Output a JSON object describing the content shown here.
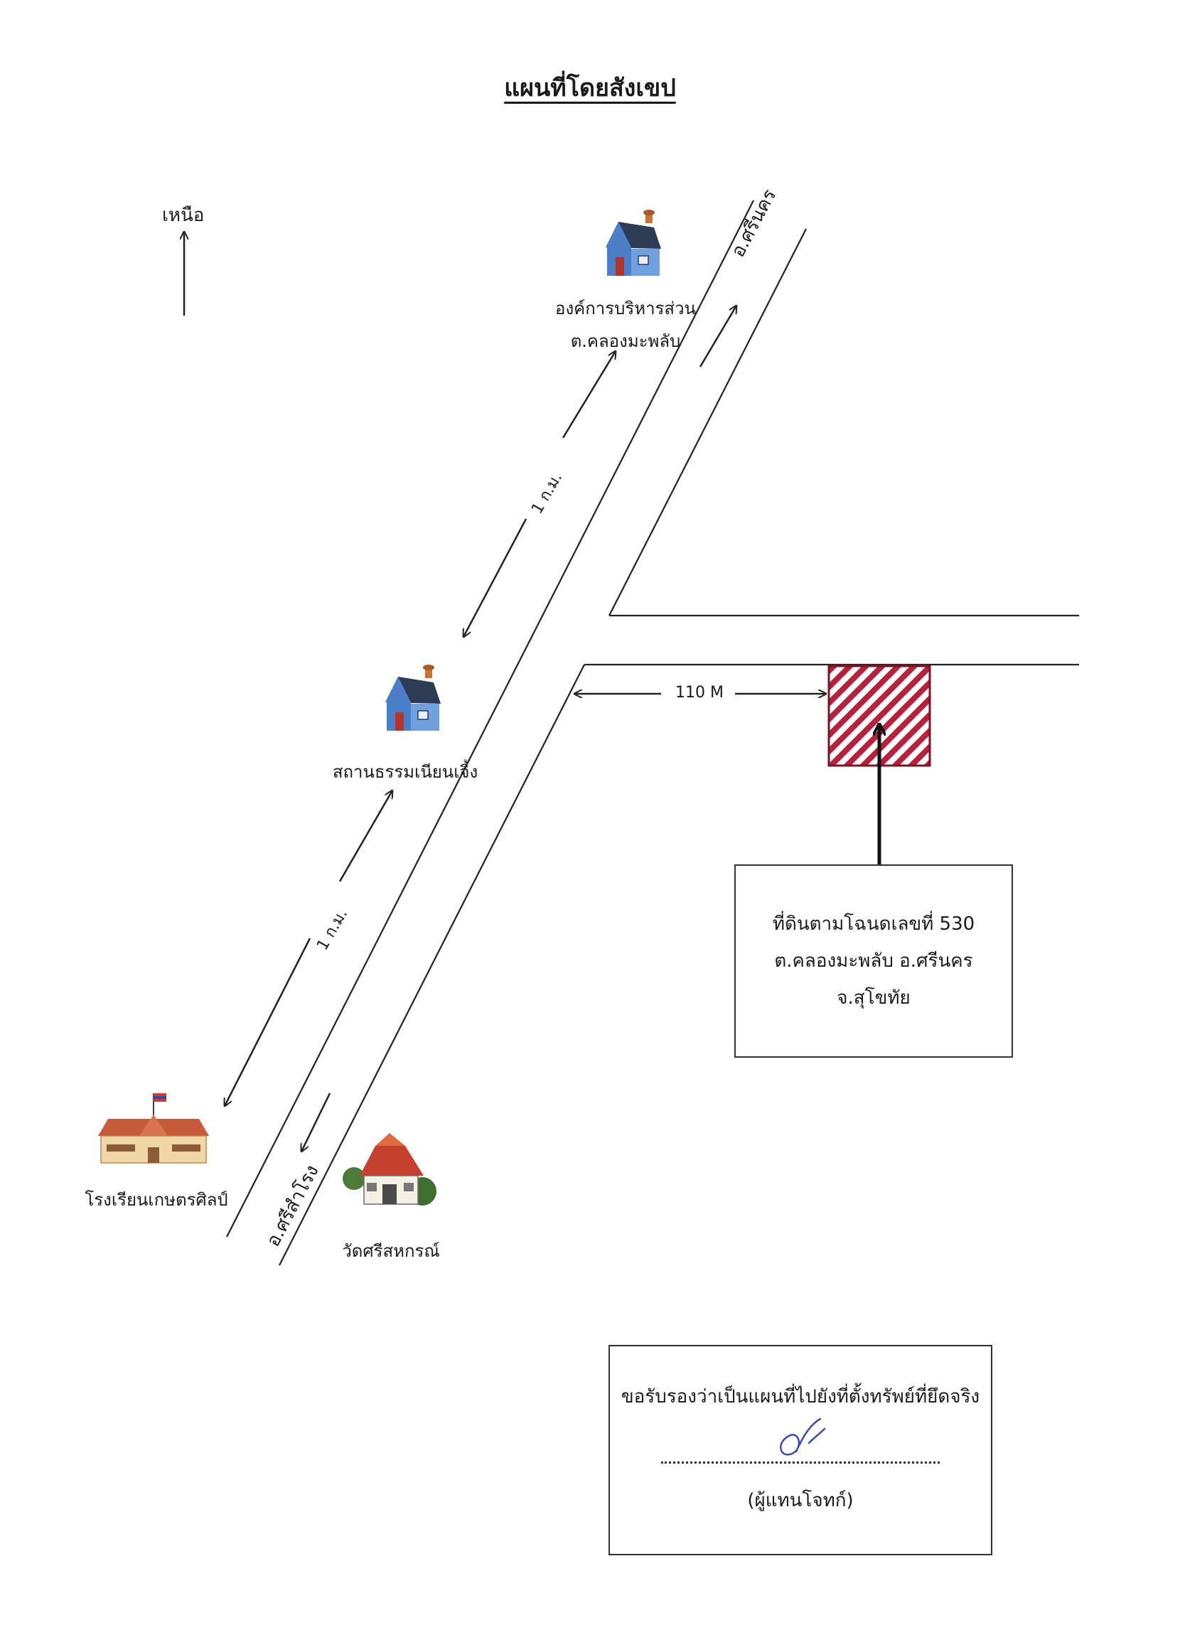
{
  "title": "แผนที่โดยสังเขป",
  "north_label": "เหนือ",
  "places": {
    "sao_line1": "องค์การบริหารส่วน",
    "sao_line2": "ต.คลองมะพลับ",
    "shrine": "สถานธรรมเนียนเจิ้ง",
    "school": "โรงเรียนเกษตรศิลป์",
    "temple": "วัดศรีสหกรณ์"
  },
  "roads": {
    "to_north": "อ.ศรีนคร",
    "to_south": "อ.ศรีสำโรง"
  },
  "distances": {
    "upper": "1 ก.ม.",
    "lower": "1 ก.ม.",
    "parcel": "110 M"
  },
  "parcel": {
    "line1": "ที่ดินตามโฉนดเลขที่ 530",
    "line2": "ต.คลองมะพลับ  อ.ศรีนคร",
    "line3": "จ.สุโขทัย",
    "hatch_color": "#b5223b"
  },
  "certification": {
    "statement": "ขอรับรองว่าเป็นแผนที่ไปยังที่ตั้งทรัพย์ที่ยึดจริง",
    "role": "(ผู้แทนโจทก์)"
  },
  "icons": [
    "house-icon",
    "school-icon",
    "temple-icon",
    "north-arrow-icon"
  ]
}
